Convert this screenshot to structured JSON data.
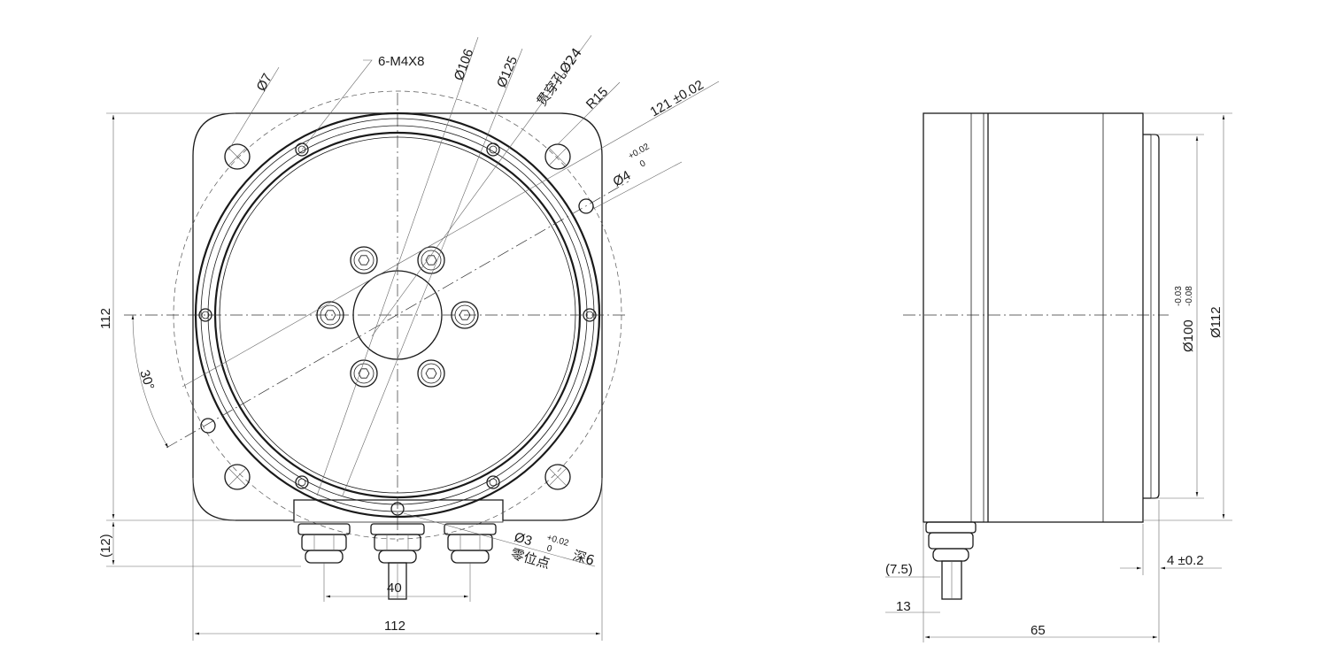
{
  "front_view": {
    "callouts": {
      "holes_thread": "6-M4X8",
      "hole_diameter": "Ø7",
      "pitch_diameter": "Ø106",
      "bolt_circle": "Ø125",
      "through_hole_prefix": "贯穿孔",
      "through_hole_value": "Ø24",
      "corner_radius": "R15",
      "center_distance": "121 ±0.02",
      "pin_hole": "Ø4",
      "pin_hole_tol_upper": "+0.02",
      "pin_hole_tol_lower": "0",
      "angle": "30°",
      "zero_point_hole": "Ø3",
      "zero_point_tol_upper": "+0.02",
      "zero_point_tol_lower": "0",
      "zero_point_depth": "深6",
      "zero_point_label": "零位点"
    },
    "dimensions": {
      "height": "112",
      "width": "112",
      "connector_offset": "(12)",
      "connector_spacing": "40"
    }
  },
  "side_view": {
    "callouts": {
      "shaft_diameter": "Ø100",
      "shaft_tol_upper": "-0.03",
      "shaft_tol_lower": "-0.08",
      "outer_diameter": "Ø112"
    },
    "dimensions": {
      "connector_offset": "(7.5)",
      "connector_height": "13",
      "length": "65",
      "flange_step": "4 ±0.2"
    }
  }
}
